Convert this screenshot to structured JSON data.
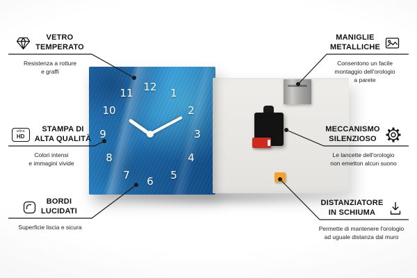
{
  "features": [
    {
      "title": "VETRO\nTEMPERATO",
      "desc": "Resistenza a rotture\ne graffi",
      "icon": "diamond-icon"
    },
    {
      "title": "STAMPA DI\nALTA QUALITÀ",
      "desc": "Colori intensi\ne immagini vivide",
      "icon": "ultra-hd-icon"
    },
    {
      "title": "BORDI\nLUCIDATI",
      "desc": "Superficie liscia e sicura",
      "icon": "rounded-corner-icon"
    },
    {
      "title": "MANIGLIE\nMETALLICHE",
      "desc": "Consentono un facile\nmontaggio dell'orologio\na parete",
      "icon": "picture-frame-icon"
    },
    {
      "title": "MECCANISMO\nSILENZIOSO",
      "desc": "Le lancette dell'orologio\nnon emetton alcun suono",
      "icon": "gear-icon"
    },
    {
      "title": "DISTANZIATORE\nIN SCHIUMA",
      "desc": "Permette di mantenere l'orologio\nad uguale distanza dal muro",
      "icon": "foam-spacer-icon"
    }
  ],
  "ultra_hd_badge": {
    "line1": "ultra",
    "line2": "HD"
  },
  "clock": {
    "numbers": [
      "12",
      "1",
      "2",
      "3",
      "4",
      "5",
      "6",
      "7",
      "8",
      "9",
      "10",
      "11"
    ]
  },
  "colors": {
    "clock_blue": "#2277bb",
    "foam_orange": "#f2a32a",
    "battery_red": "#cf2a1e",
    "line_black": "#1a1a1a"
  }
}
